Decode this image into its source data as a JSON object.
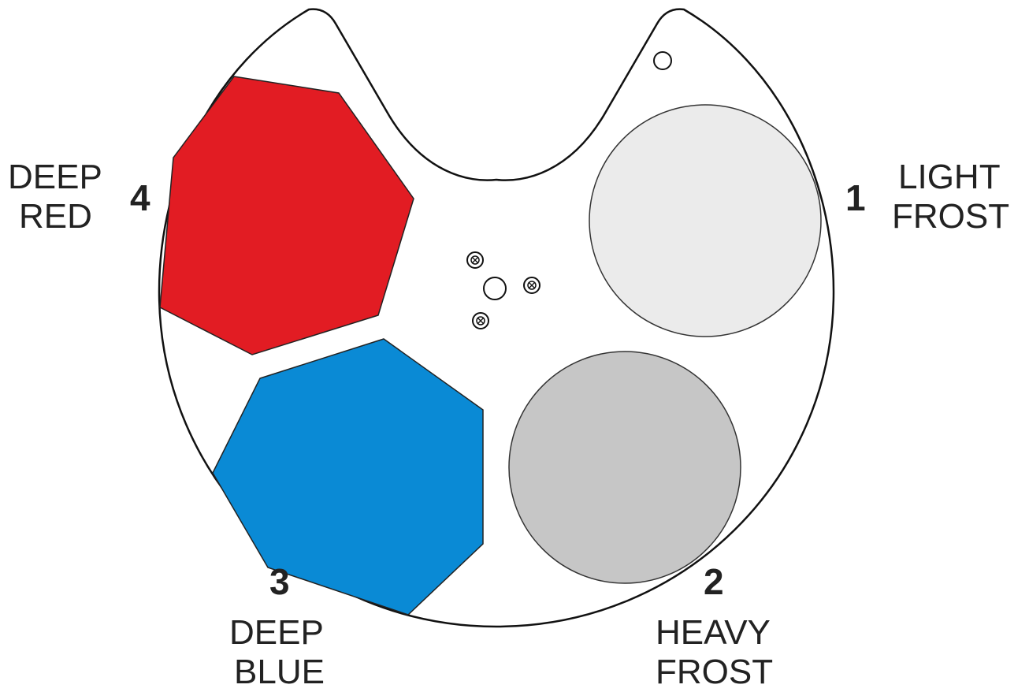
{
  "colors": {
    "outline": "#111111",
    "deep_red": "#e21c23",
    "deep_blue": "#0a8ad5",
    "light_frost": "#ebebeb",
    "heavy_frost": "#c6c6c6",
    "text": "#222222"
  },
  "slots": [
    {
      "number": "1",
      "label_lines": [
        "LIGHT",
        "FROST"
      ],
      "filter": "light-frost"
    },
    {
      "number": "2",
      "label_lines": [
        "HEAVY",
        "FROST"
      ],
      "filter": "heavy-frost"
    },
    {
      "number": "3",
      "label_lines": [
        "DEEP",
        "BLUE"
      ],
      "filter": "deep-blue"
    },
    {
      "number": "4",
      "label_lines": [
        "DEEP",
        "RED"
      ],
      "filter": "deep-red"
    }
  ]
}
